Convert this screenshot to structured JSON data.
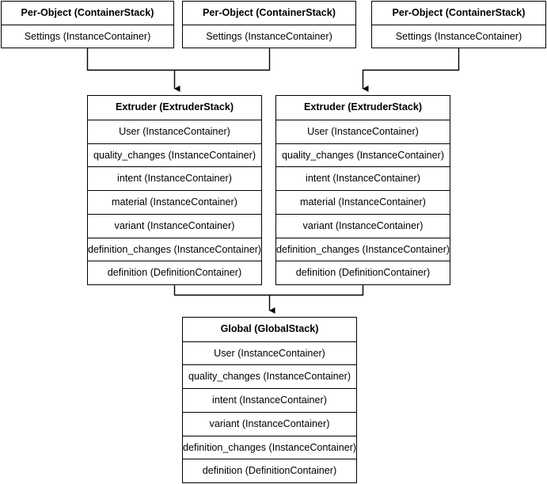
{
  "diagram": {
    "title": "Container stack hierarchy",
    "type": "flowchart",
    "background_color": "#ffffff",
    "line_color": "#000000",
    "node_fill": "#ffffff",
    "text_color": "#000000"
  },
  "nodes": {
    "per_object_1": {
      "header": "Per-Object (ContainerStack)",
      "rows": [
        "Settings (InstanceContainer)"
      ]
    },
    "per_object_2": {
      "header": "Per-Object (ContainerStack)",
      "rows": [
        "Settings (InstanceContainer)"
      ]
    },
    "per_object_3": {
      "header": "Per-Object (ContainerStack)",
      "rows": [
        "Settings (InstanceContainer)"
      ]
    },
    "extruder_1": {
      "header": "Extruder (ExtruderStack)",
      "rows": [
        "User (InstanceContainer)",
        "quality_changes (InstanceContainer)",
        "intent (InstanceContainer)",
        "material (InstanceContainer)",
        "variant (InstanceContainer)",
        "definition_changes (InstanceContainer)",
        "definition (DefinitionContainer)"
      ]
    },
    "extruder_2": {
      "header": "Extruder (ExtruderStack)",
      "rows": [
        "User (InstanceContainer)",
        "quality_changes (InstanceContainer)",
        "intent (InstanceContainer)",
        "material (InstanceContainer)",
        "variant (InstanceContainer)",
        "definition_changes (InstanceContainer)",
        "definition (DefinitionContainer)"
      ]
    },
    "global_stack": {
      "header": "Global (GlobalStack)",
      "rows": [
        "User (InstanceContainer)",
        "quality_changes (InstanceContainer)",
        "intent (InstanceContainer)",
        "variant (InstanceContainer)",
        "definition_changes (InstanceContainer)",
        "definition (DefinitionContainer)"
      ]
    }
  },
  "edges": [
    {
      "from": "per_object_1",
      "to": "extruder_1",
      "arrow": "down"
    },
    {
      "from": "per_object_2",
      "to": "extruder_1",
      "arrow": "down"
    },
    {
      "from": "per_object_3",
      "to": "extruder_2",
      "arrow": "down"
    },
    {
      "from": "extruder_1",
      "to": "global_stack",
      "arrow": "down"
    },
    {
      "from": "extruder_2",
      "to": "global_stack",
      "arrow": "down"
    }
  ]
}
